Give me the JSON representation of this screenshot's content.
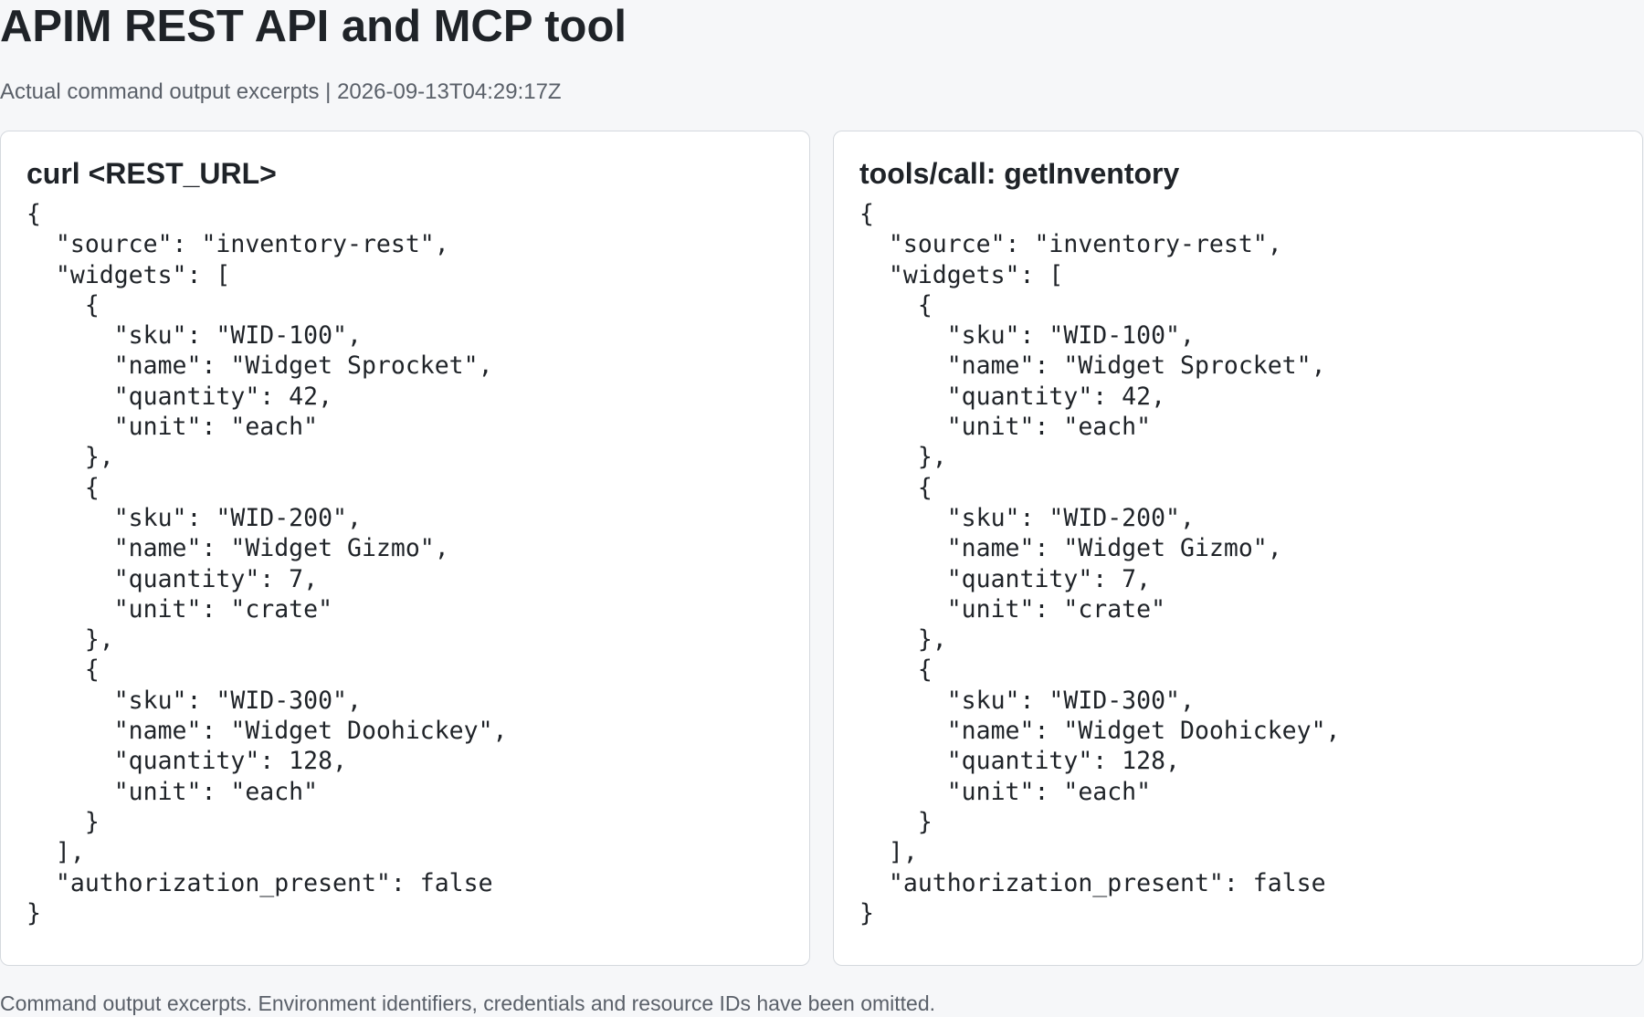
{
  "header": {
    "title": "APIM REST API and MCP tool",
    "subtitle": "Actual command output excerpts | 2026-09-13T04:29:17Z"
  },
  "panels": [
    {
      "title": "curl <REST_URL>",
      "output": "{\n  \"source\": \"inventory-rest\",\n  \"widgets\": [\n    {\n      \"sku\": \"WID-100\",\n      \"name\": \"Widget Sprocket\",\n      \"quantity\": 42,\n      \"unit\": \"each\"\n    },\n    {\n      \"sku\": \"WID-200\",\n      \"name\": \"Widget Gizmo\",\n      \"quantity\": 7,\n      \"unit\": \"crate\"\n    },\n    {\n      \"sku\": \"WID-300\",\n      \"name\": \"Widget Doohickey\",\n      \"quantity\": 128,\n      \"unit\": \"each\"\n    }\n  ],\n  \"authorization_present\": false\n}"
    },
    {
      "title": "tools/call: getInventory",
      "output": "{\n  \"source\": \"inventory-rest\",\n  \"widgets\": [\n    {\n      \"sku\": \"WID-100\",\n      \"name\": \"Widget Sprocket\",\n      \"quantity\": 42,\n      \"unit\": \"each\"\n    },\n    {\n      \"sku\": \"WID-200\",\n      \"name\": \"Widget Gizmo\",\n      \"quantity\": 7,\n      \"unit\": \"crate\"\n    },\n    {\n      \"sku\": \"WID-300\",\n      \"name\": \"Widget Doohickey\",\n      \"quantity\": 128,\n      \"unit\": \"each\"\n    }\n  ],\n  \"authorization_present\": false\n}"
    }
  ],
  "footer": {
    "note": "Command output excerpts. Environment identifiers, credentials and resource IDs have been omitted."
  }
}
